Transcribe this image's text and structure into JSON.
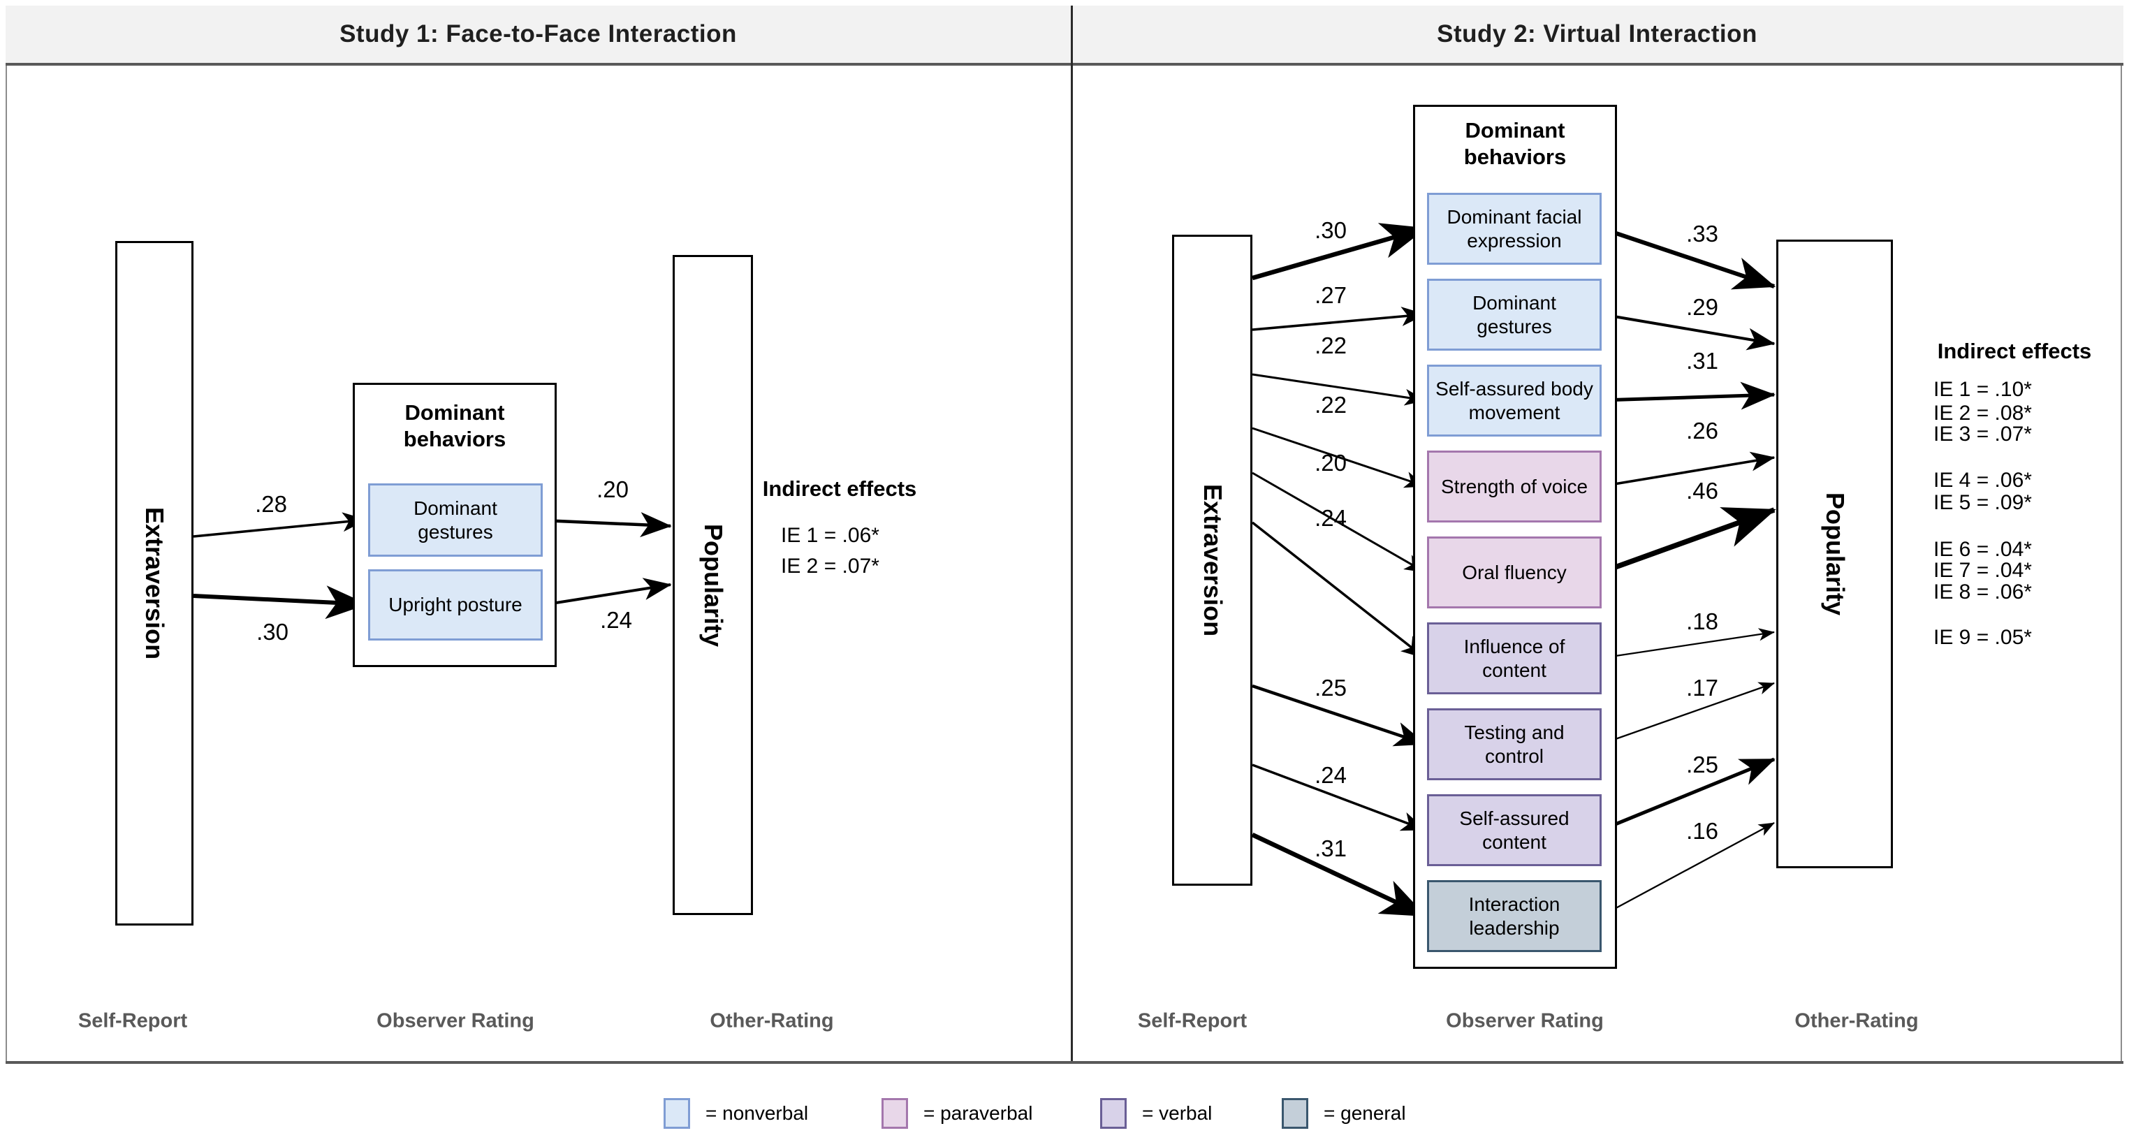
{
  "header": {
    "study1_title": "Study 1: Face-to-Face Interaction",
    "study2_title": "Study 2: Virtual Interaction"
  },
  "colors": {
    "nonverbal": {
      "fill": "#dbe8f7",
      "border": "#7f9dd4"
    },
    "paraverbal": {
      "fill": "#e8d7e9",
      "border": "#a477ad"
    },
    "verbal": {
      "fill": "#d8d2e9",
      "border": "#6a5f96"
    },
    "general": {
      "fill": "#c4cfd9",
      "border": "#3a576e"
    },
    "arrow": "#000000",
    "header_bg": "#f2f2f2",
    "muted_text": "#595959"
  },
  "study1": {
    "predictor": "Extraversion",
    "outcome": "Popularity",
    "mediator_group_title": "Dominant behaviors",
    "mediators": [
      {
        "label": "Dominant gestures",
        "type": "nonverbal",
        "in_coef": ".28",
        "out_coef": ".20"
      },
      {
        "label": "Upright posture",
        "type": "nonverbal",
        "in_coef": ".30",
        "out_coef": ".24"
      }
    ],
    "indirect_effects": {
      "title": "Indirect effects",
      "groups": [
        [
          "IE 1 = .06*",
          "IE 2 = .07*"
        ]
      ]
    },
    "footers": [
      "Self-Report",
      "Observer Rating",
      "Other-Rating"
    ]
  },
  "study2": {
    "predictor": "Extraversion",
    "outcome": "Popularity",
    "mediator_group_title": "Dominant behaviors",
    "mediators": [
      {
        "label": "Dominant facial expression",
        "type": "nonverbal",
        "in_coef": ".30",
        "out_coef": ".33"
      },
      {
        "label": "Dominant gestures",
        "type": "nonverbal",
        "in_coef": ".27",
        "out_coef": ".29"
      },
      {
        "label": "Self-assured body movement",
        "type": "nonverbal",
        "in_coef": ".22",
        "out_coef": ".31"
      },
      {
        "label": "Strength of voice",
        "type": "paraverbal",
        "in_coef": ".22",
        "out_coef": ".26"
      },
      {
        "label": "Oral fluency",
        "type": "paraverbal",
        "in_coef": ".20",
        "out_coef": ".46"
      },
      {
        "label": "Influence of content",
        "type": "verbal",
        "in_coef": ".24",
        "out_coef": ".18"
      },
      {
        "label": "Testing and control",
        "type": "verbal",
        "in_coef": ".25",
        "out_coef": ".17"
      },
      {
        "label": "Self-assured content",
        "type": "verbal",
        "in_coef": ".24",
        "out_coef": ".25"
      },
      {
        "label": "Interaction leadership",
        "type": "general",
        "in_coef": ".31",
        "out_coef": ".16"
      }
    ],
    "indirect_effects": {
      "title": "Indirect effects",
      "groups": [
        [
          "IE 1 = .10*",
          "IE 2 = .08*",
          "IE 3 = .07*"
        ],
        [
          "IE 4 = .06*",
          "IE 5 = .09*"
        ],
        [
          "IE 6 = .04*",
          "IE 7 = .04*",
          "IE 8 = .06*"
        ],
        [
          "IE 9 = .05*"
        ]
      ]
    },
    "footers": [
      "Self-Report",
      "Observer Rating",
      "Other-Rating"
    ]
  },
  "legend": [
    {
      "swatch": "nonverbal",
      "label": "= nonverbal"
    },
    {
      "swatch": "paraverbal",
      "label": "= paraverbal"
    },
    {
      "swatch": "verbal",
      "label": "= verbal"
    },
    {
      "swatch": "general",
      "label": "= general"
    }
  ]
}
